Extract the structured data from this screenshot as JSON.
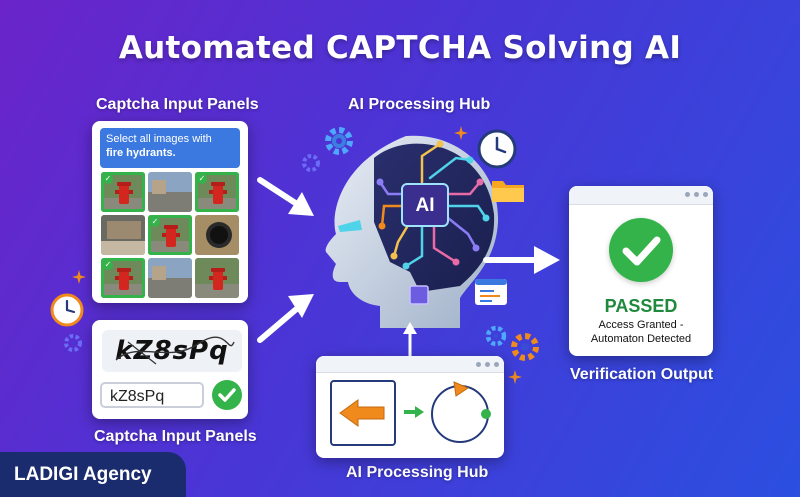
{
  "title": "Automated CAPTCHA Solving AI",
  "labels": {
    "input_panels_top": "Captcha Input Panels",
    "input_panels_bottom": "Captcha Input Panels",
    "hub_top": "AI Processing Hub",
    "hub_bottom": "AI Processing Hub",
    "verification": "Verification Output"
  },
  "image_captcha": {
    "instruction_line1": "Select all images with",
    "instruction_line2": "fire hydrants.",
    "tiles": [
      {
        "content": "hydrant",
        "selected": true
      },
      {
        "content": "street",
        "selected": false
      },
      {
        "content": "hydrant",
        "selected": true
      },
      {
        "content": "curb",
        "selected": false
      },
      {
        "content": "hydrant",
        "selected": true
      },
      {
        "content": "pipe",
        "selected": false
      },
      {
        "content": "hydrant",
        "selected": true
      },
      {
        "content": "street",
        "selected": false
      },
      {
        "content": "hydrant",
        "selected": false
      }
    ]
  },
  "text_captcha": {
    "distorted_text": "kZ8sPq",
    "answer_value": "kZ8sPq"
  },
  "brain": {
    "chip_label": "AI"
  },
  "result": {
    "status": "PASSED",
    "message_line1": "Access Granted -",
    "message_line2": "Automaton Detected"
  },
  "footer": {
    "agency": "LADIGI Agency"
  },
  "colors": {
    "background_start": "#6a24c9",
    "background_end": "#2b4fe0",
    "success_green": "#34b34a",
    "accent_orange": "#f08a1c",
    "prompt_blue": "#3b79e0"
  },
  "icons": [
    "clock-icon",
    "gear-icon",
    "folder-icon",
    "code-window-icon",
    "checkmark-icon",
    "arrow-left-icon",
    "cycle-icon"
  ]
}
